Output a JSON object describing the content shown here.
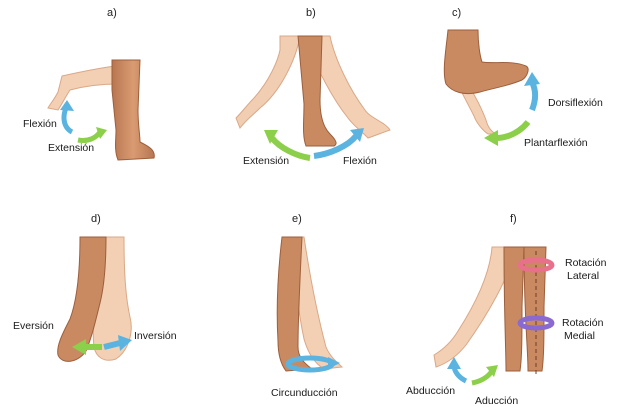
{
  "panels": {
    "a": {
      "letter": "a)",
      "labels": [
        "Flexión",
        "Extensión"
      ]
    },
    "b": {
      "letter": "b)",
      "labels": [
        "Extensión",
        "Flexión"
      ]
    },
    "c": {
      "letter": "c)",
      "labels": [
        "Dorsiflexión",
        "Plantarflexión"
      ]
    },
    "d": {
      "letter": "d)",
      "labels": [
        "Eversión",
        "Inversión"
      ]
    },
    "e": {
      "letter": "e)",
      "labels": [
        "Circunducción"
      ]
    },
    "f": {
      "letter": "f)",
      "labels": [
        "Rotación",
        "Lateral",
        "Rotación",
        "Medial",
        "Abducción",
        "Aducción"
      ]
    }
  },
  "colors": {
    "skin_dark": "#c98a62",
    "skin_light": "#f1cdb2",
    "arrow_blue": "#5bb3e0",
    "arrow_green": "#8ccf4a",
    "arrow_pink": "#e8708a",
    "arrow_purple": "#8a6ad0"
  }
}
